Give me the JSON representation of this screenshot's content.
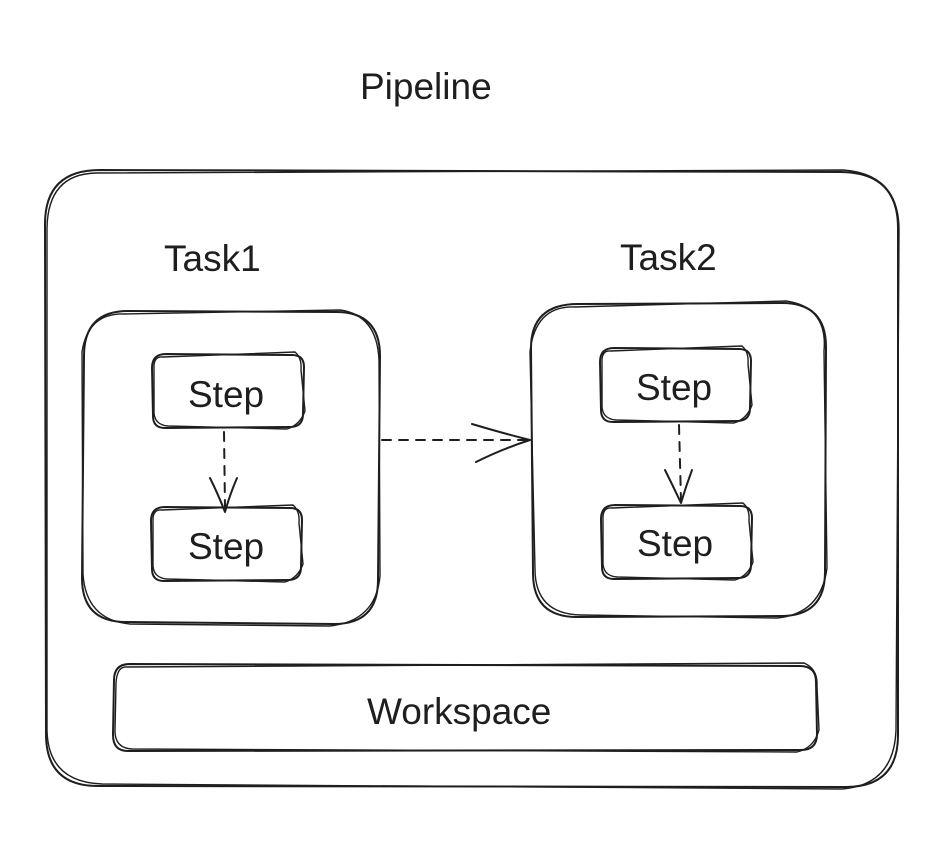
{
  "diagram": {
    "title": "Pipeline",
    "tasks": [
      {
        "label": "Task1",
        "steps": [
          "Step",
          "Step"
        ]
      },
      {
        "label": "Task2",
        "steps": [
          "Step",
          "Step"
        ]
      }
    ],
    "workspace_label": "Workspace",
    "stroke_color": "#1e1e1e",
    "background": "#ffffff"
  }
}
